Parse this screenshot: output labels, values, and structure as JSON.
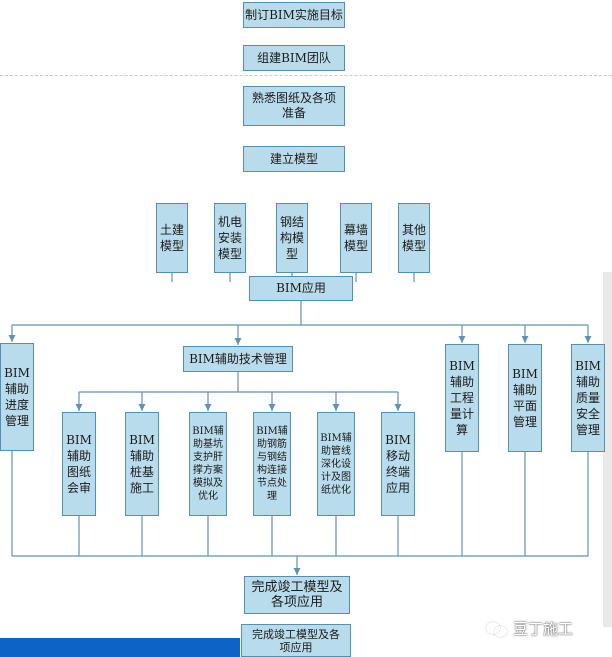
{
  "diagram": {
    "nodes": {
      "goal": "制订BIM实施目标",
      "team": "组建BIM团队",
      "prep": "熟悉图纸及各项准备",
      "build_model": "建立模型",
      "civil_model": "土建模型",
      "mep_model": "机电安装模型",
      "steel_model": "钢结构模型",
      "curtain_model": "幕墙模型",
      "other_model": "其他模型",
      "bim_app": "BIM应用",
      "tech_mgmt": "BIM辅助技术管理",
      "progress_mgmt": "BIM辅助进度管理",
      "quantity": "BIM辅助工程量计算",
      "plan_mgmt": "BIM辅助平面管理",
      "quality_safety": "BIM辅助质量安全管理",
      "drawing_review": "BIM辅助图纸会审",
      "pile": "BIM辅助桩基施工",
      "pit": "BIM辅助基坑支护肝撑方案模拟及优化",
      "rebar": "BIM辅助钢筋与钢结构连接节点处理",
      "pipeline": "BIM辅助管线深化设计及图纸优化",
      "mobile": "BIM移动终端应用",
      "completion": "完成竣工模型及各项应用",
      "completion_repeat": "完成竣工模型及各项应用"
    },
    "colors": {
      "box_fill": "#b9dcec",
      "box_border": "#4f90b4",
      "connector": "#5f93b5",
      "watermark_bar": "#0f63c6"
    }
  },
  "watermark": {
    "icon": "wechat-icon",
    "text": "豆丁施工"
  }
}
